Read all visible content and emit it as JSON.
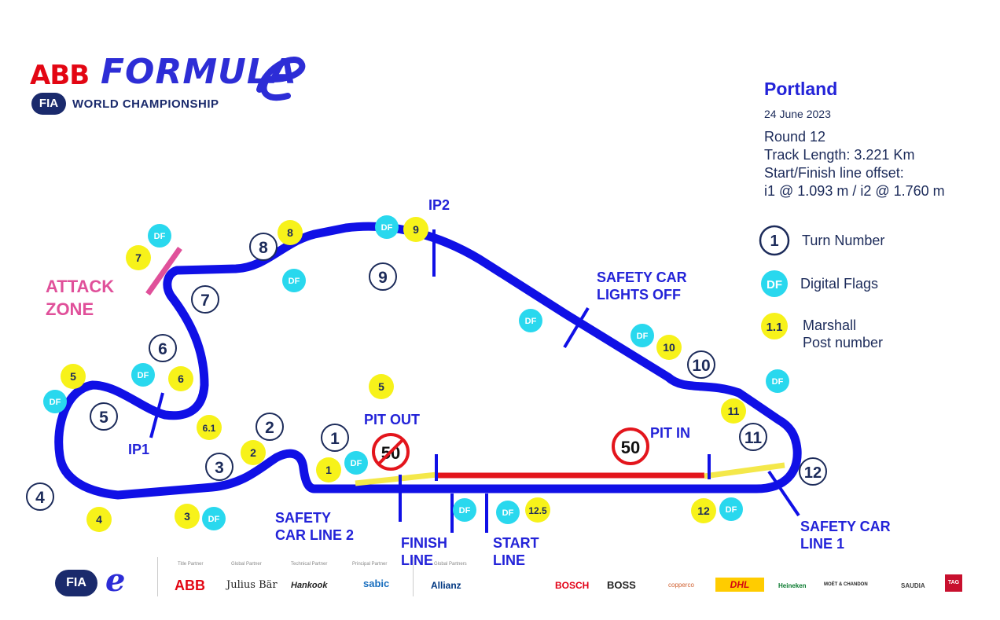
{
  "header": {
    "brand_abb": "ABB",
    "brand_formula": "FORMULA",
    "brand_e": "e",
    "fia": "FIA",
    "championship": "WORLD CHAMPIONSHIP"
  },
  "info": {
    "city": "Portland",
    "date": "24 June 2023",
    "round": "Round 12",
    "track_length": "Track Length: 3.221 Km",
    "offset_title": "Start/Finish line offset:",
    "offset_values": "i1 @ 1.093 m / i2 @ 1.760 m"
  },
  "legend": [
    {
      "symbol": "1",
      "label": "Turn Number"
    },
    {
      "symbol": "DF",
      "label": "Digital Flags"
    },
    {
      "symbol": "1.1",
      "label": "Marshall\nPost number"
    }
  ],
  "map_labels": {
    "attack_zone": "ATTACK\nZONE",
    "ip1": "IP1",
    "ip2": "IP2",
    "safety_car_lights_off": "SAFETY CAR\nLIGHTS OFF",
    "pit_out": "PIT OUT",
    "pit_in": "PIT IN",
    "speed_limit": "50",
    "safety_car_line_2": "SAFETY\nCAR LINE 2",
    "safety_car_line_1": "SAFETY CAR\nLINE 1",
    "finish_line": "FINISH\nLINE",
    "start_line": "START\nLINE"
  },
  "turns": [
    "1",
    "2",
    "3",
    "4",
    "5",
    "6",
    "7",
    "8",
    "9",
    "10",
    "11",
    "12"
  ],
  "marshal_posts": [
    "1",
    "2",
    "3",
    "4",
    "5",
    "5",
    "6",
    "6.1",
    "7",
    "8",
    "9",
    "10",
    "11",
    "12",
    "12.5"
  ],
  "digital_flag_label": "DF",
  "colors": {
    "track": "#1010e6",
    "pit_lane": "#e3151c",
    "pit_zone": "#f4e84a",
    "attack_zone": "#e0509a",
    "turn_marker": "#1c2b5a",
    "digital_flag": "#29d8ee",
    "marshal_post": "#f7f21a",
    "title_blue": "#2323d8"
  },
  "sponsors": {
    "partner_titles": [
      "Title Partner",
      "Global Partner",
      "Technical Partner",
      "Principal Partner",
      "Global Partners"
    ],
    "names": [
      "ABB",
      "Julius Bär",
      "Hankook",
      "sabic",
      "Allianz",
      "BOSCH",
      "BOSS",
      "copperco",
      "DHL",
      "Heineken",
      "MOËT & CHANDON",
      "SAUDIA",
      "TAG"
    ]
  }
}
